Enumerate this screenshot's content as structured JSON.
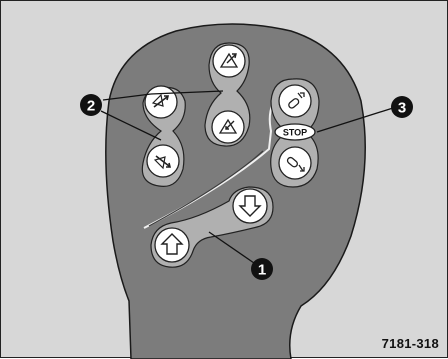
{
  "figure_id": "7181-318",
  "callouts": [
    {
      "num": "1"
    },
    {
      "num": "2"
    },
    {
      "num": "3"
    }
  ],
  "stop_label": "STOP",
  "colors": {
    "background": "#d7d7d7",
    "remote_body": "#7c7c7c",
    "button_face": "#ffffff",
    "callout_fill": "#111111"
  },
  "icons": [
    "tilt-up-icon",
    "tilt-down-icon",
    "fore-aft-up-icon",
    "fore-aft-down-icon",
    "lumbar-in-icon",
    "lumbar-out-icon",
    "arrow-up-icon",
    "arrow-down-icon"
  ]
}
